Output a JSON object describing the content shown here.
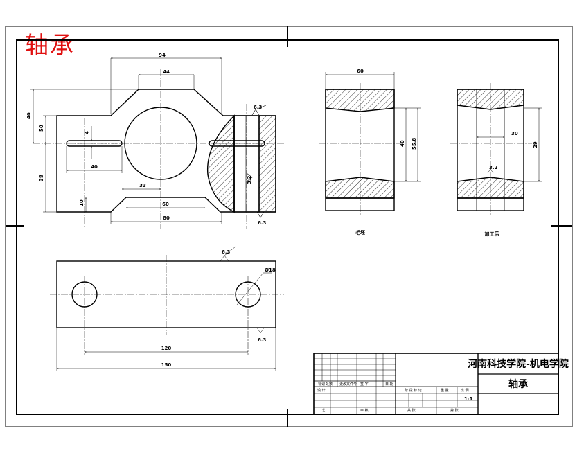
{
  "title": "轴承",
  "colors": {
    "title": "#e01010",
    "line": "#000000"
  },
  "dims": {
    "d94": "94",
    "d44": "44",
    "d40t": "40",
    "d50": "50",
    "d38": "38",
    "d4": "4",
    "d40l": "40",
    "d33": "33",
    "d10": "10",
    "d60b": "60",
    "d80": "80",
    "d60s": "60",
    "d40s": "40",
    "d55_8": "55.8",
    "d30": "30",
    "d29": "29"
  },
  "roughness": {
    "r1": "6.3",
    "r2": "3.2",
    "r3": "6.3",
    "r4": "6.3",
    "r5": "6.3",
    "r6": "3.2"
  },
  "plan": {
    "hole": "Ø18",
    "d120": "120",
    "d150": "150"
  },
  "captions": {
    "left": "毛坯",
    "right": "加工后"
  },
  "titleblock": {
    "school": "河南科技学院-机电学院",
    "part": "轴承",
    "scale": "1:1",
    "labels": {
      "mark": "标记",
      "count": "处数",
      "zone": "更改文件号",
      "sign": "签 字",
      "date": "日 期",
      "design": "设 计",
      "stage": "阶 段 标 记",
      "weight": "重 量",
      "ratio": "比 例",
      "review": "审 核",
      "process": "工 艺",
      "total": "共 张",
      "sheet": "第 张"
    }
  }
}
